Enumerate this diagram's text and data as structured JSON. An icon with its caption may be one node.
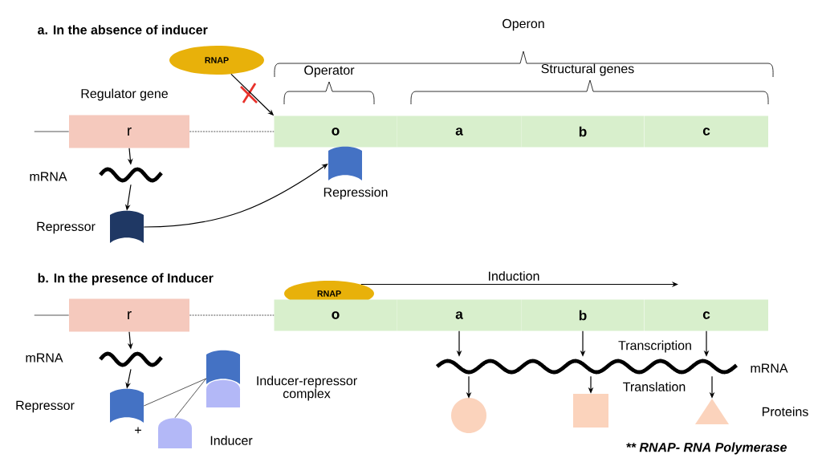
{
  "diagram": {
    "nodes": [
      {
        "text": [
          "RNAP"
        ]
      },
      {
        "text": [
          "r"
        ]
      },
      {
        "text": [
          "o"
        ]
      },
      {
        "text": [
          "a"
        ]
      },
      {
        "text": [
          "b"
        ]
      },
      {
        "text": [
          "c"
        ]
      },
      {
        "text": [],
        "shape": "wave",
        "beside": [
          "mRNA"
        ]
      },
      {
        "text": [],
        "shape": "block",
        "beside": [
          "Repressor"
        ]
      },
      {
        "text": [],
        "shape": "block",
        "beside": [
          "Repression"
        ]
      },
      {
        "text": [
          "RNAP"
        ]
      },
      {
        "text": [
          "r"
        ]
      },
      {
        "text": [
          "o"
        ]
      },
      {
        "text": [
          "a"
        ]
      },
      {
        "text": [
          "b"
        ]
      },
      {
        "text": [
          "c"
        ]
      },
      {
        "text": [],
        "shape": "wave",
        "beside": [
          "mRNA"
        ]
      },
      {
        "text": [],
        "shape": "block",
        "beside": [
          "Repressor"
        ]
      },
      {
        "text": [],
        "shape": "block",
        "beside": [
          "Inducer-repressor complex"
        ]
      },
      {
        "text": [],
        "shape": "dome",
        "beside": [
          "Inducer"
        ]
      },
      {
        "text": [],
        "shape": "wave",
        "beside": [
          "mRNA"
        ]
      },
      {
        "text": [],
        "shape": "circle"
      },
      {
        "text": [],
        "shape": "square"
      },
      {
        "text": [],
        "shape": "triangle"
      }
    ],
    "edges": [
      {
        "from": 0,
        "to": 2,
        "arrow": "to"
      },
      {
        "from": 1,
        "to": 6,
        "arrow": "to"
      },
      {
        "from": 6,
        "to": 7,
        "arrow": "to"
      },
      {
        "from": 7,
        "to": 8,
        "arrow": "to"
      },
      {
        "from": 9,
        "to": null,
        "arrow": "to",
        "label": "Induction"
      },
      {
        "from": 10,
        "to": 15,
        "arrow": "to"
      },
      {
        "from": 15,
        "to": 16,
        "arrow": "to"
      },
      {
        "from": 16,
        "to": 17,
        "arrow": "none"
      },
      {
        "from": 18,
        "to": 17,
        "arrow": "none"
      },
      {
        "from": 12,
        "to": 19,
        "arrow": "to"
      },
      {
        "from": 13,
        "to": 19,
        "arrow": "to"
      },
      {
        "from": 14,
        "to": 19,
        "arrow": "to"
      },
      {
        "from": 19,
        "to": 20,
        "arrow": "to"
      },
      {
        "from": 19,
        "to": 21,
        "arrow": "to"
      },
      {
        "from": 19,
        "to": 22,
        "arrow": "to"
      },
      {
        "from": null,
        "to": 1,
        "arrow": "none"
      },
      {
        "from": 1,
        "to": 2,
        "arrow": "none",
        "style": "dashed"
      },
      {
        "from": null,
        "to": 10,
        "arrow": "none"
      },
      {
        "from": 10,
        "to": 11,
        "arrow": "none",
        "style": "dashed"
      }
    ],
    "labels": [
      "a. In the absence of inducer",
      "Operon",
      "Operator",
      "Structural genes",
      "Regulator gene",
      "b. In the presence of Inducer",
      "+",
      "Transcription",
      "Translation",
      "Proteins",
      "** RNAP- RNA Polymerase"
    ]
  }
}
